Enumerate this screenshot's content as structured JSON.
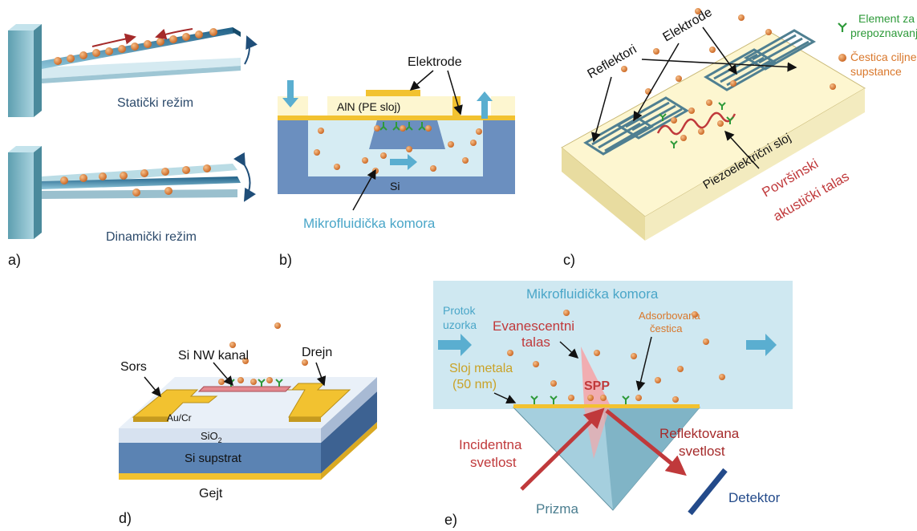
{
  "panel_labels": {
    "a": "a)",
    "b": "b)",
    "c": "c)",
    "d": "d)",
    "e": "e)"
  },
  "panel_a": {
    "static_mode": "Statički režim",
    "dynamic_mode": "Dinamički režim"
  },
  "panel_b": {
    "electrodes": "Elektrode",
    "pe_layer": "AlN (PE sloj)",
    "substrate": "Si",
    "chamber": "Mikrofluidička komora"
  },
  "panel_c": {
    "legend_recognition_line1": "Element za",
    "legend_recognition_line2": "prepoznavanje",
    "legend_particle_line1": "Čestica ciljne",
    "legend_particle_line2": "supstance",
    "reflectors": "Reflektori",
    "electrodes": "Elektrode",
    "piezo_layer": "Piezoelektrični sloj",
    "saw_line1": "Površinski",
    "saw_line2": "akustički talas"
  },
  "panel_d": {
    "channel": "Si NW kanal",
    "source": "Sors",
    "drain": "Drejn",
    "contact": "Au/Cr",
    "oxide_base": "SiO",
    "oxide_sub": "2",
    "substrate": "Si supstrat",
    "gate": "Gejt"
  },
  "panel_e": {
    "chamber": "Mikrofluidička komora",
    "flow_line1": "Protok",
    "flow_line2": "uzorka",
    "evanescent_line1": "Evanescentni",
    "evanescent_line2": "talas",
    "adsorbed_line1": "Adsorbovana",
    "adsorbed_line2": "čestica",
    "metal_line1": "Sloj metala",
    "metal_line2": "(50 nm)",
    "spp": "SPP",
    "incident_line1": "Incidentna",
    "incident_line2": "svetlost",
    "reflected_line1": "Reflektovana",
    "reflected_line2": "svetlost",
    "prism": "Prizma",
    "detector": "Detektor"
  },
  "colors": {
    "particle": "#d9772b",
    "recognition": "#2e9a3a",
    "chamber_blue": "#4aa6c8",
    "laser_red": "#c0393b",
    "metal_gold": "#f2c230",
    "substrate_blue": "#6b8fbf"
  }
}
